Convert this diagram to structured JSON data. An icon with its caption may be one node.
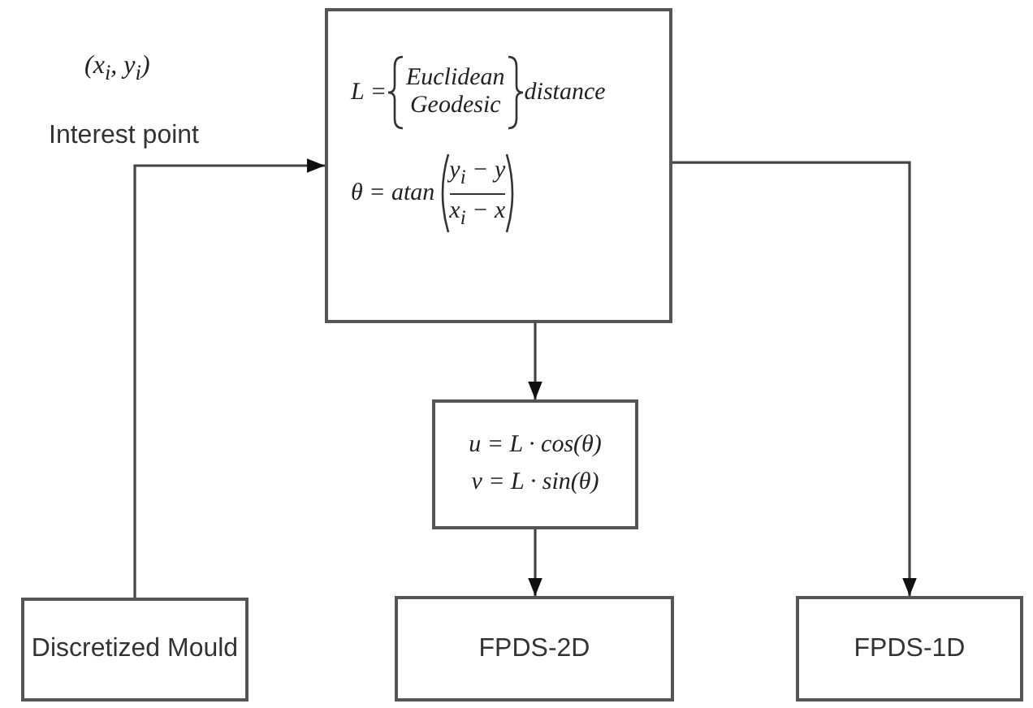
{
  "diagram": {
    "nodes": [
      {
        "text": [
          "L =",
          "Euclidean",
          "Geodesic",
          "distance",
          "θ = atan",
          "y$_{i}$ − y",
          "x$_{i}$ − x"
        ]
      },
      {
        "text": [
          "u = L · cos(θ)",
          "v = L · sin(θ)"
        ]
      },
      {
        "text": [
          "Discretized Mould"
        ]
      },
      {
        "text": [
          "FPDS-2D"
        ]
      },
      {
        "text": [
          "FPDS-1D"
        ]
      }
    ],
    "edges": [
      {
        "from": 2,
        "to": 0,
        "arrow": "to"
      },
      {
        "from": 0,
        "to": 1,
        "arrow": "to"
      },
      {
        "from": 1,
        "to": 3,
        "arrow": "to"
      },
      {
        "from": 0,
        "to": 4,
        "arrow": "to"
      }
    ],
    "labels": [
      "(x$_{i}$, y$_{i}$)",
      "Interest point"
    ]
  }
}
